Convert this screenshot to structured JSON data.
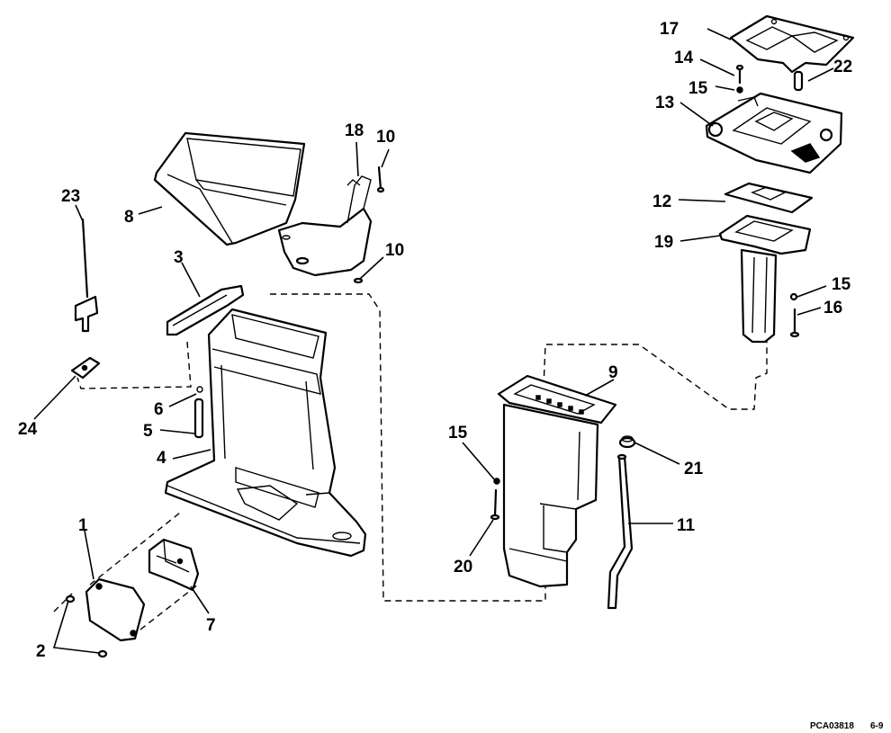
{
  "callouts": {
    "c1": "1",
    "c2": "2",
    "c3": "3",
    "c4": "4",
    "c5": "5",
    "c6": "6",
    "c7": "7",
    "c8": "8",
    "c9": "9",
    "c10a": "10",
    "c10b": "10",
    "c11": "11",
    "c12": "12",
    "c13": "13",
    "c14": "14",
    "c15a": "15",
    "c15b": "15",
    "c15c": "15",
    "c16": "16",
    "c17": "17",
    "c18": "18",
    "c19": "19",
    "c20": "20",
    "c21": "21",
    "c22": "22",
    "c23": "23",
    "c24": "24"
  },
  "footer": {
    "figure_code": "PCA03818",
    "page_ref": "6-9"
  }
}
